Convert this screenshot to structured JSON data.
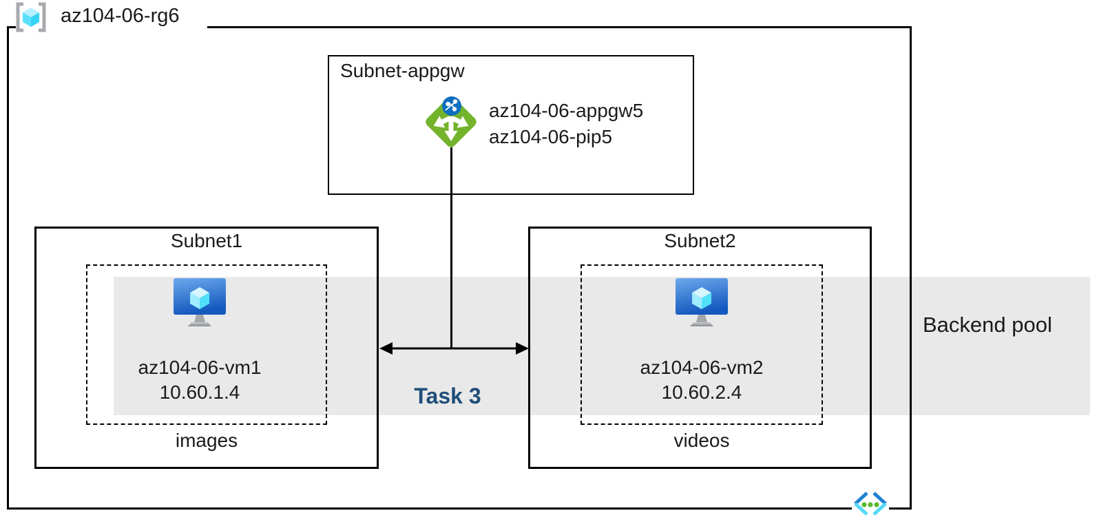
{
  "resource_group": {
    "name": "az104-06-rg6"
  },
  "appgw_subnet": {
    "title": "Subnet-appgw",
    "app_gateway_name": "az104-06-appgw5",
    "public_ip_name": "az104-06-pip5"
  },
  "subnet1": {
    "title": "Subnet1",
    "vm_name": "az104-06-vm1",
    "vm_ip": "10.60.1.4",
    "caption": "images"
  },
  "subnet2": {
    "title": "Subnet2",
    "vm_name": "az104-06-vm2",
    "vm_ip": "10.60.2.4",
    "caption": "videos"
  },
  "backend_pool": {
    "label": "Backend pool"
  },
  "task": {
    "label": "Task 3"
  },
  "icons": {
    "resource_group": "resource-group-icon",
    "application_gateway": "application-gateway-icon",
    "virtual_machine": "virtual-machine-icon",
    "virtual_network": "virtual-network-icon"
  },
  "colors": {
    "task_label": "#1F4E79",
    "backend_band": "#E9E9E9",
    "border_black": "#000000",
    "appgw_green": "#74B32C",
    "globe_blue": "#0E6FC0",
    "vm_screen_blue_top": "#6CA9EC",
    "vm_screen_blue_bottom": "#1359BF",
    "cube_cyan": "#50E6FF",
    "bracket_gray": "#A7A9AC",
    "vnet_blue": "#1E82D2",
    "vnet_cyan": "#55D9F7",
    "vnet_dot_green": "#5CB832"
  }
}
